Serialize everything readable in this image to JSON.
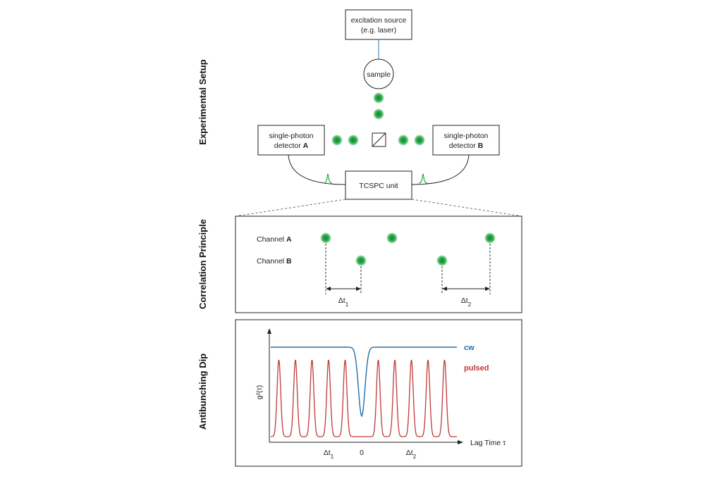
{
  "sections": {
    "setup": "Experimental Setup",
    "correlation": "Correlation Principle",
    "antibunching": "Antibunching Dip"
  },
  "setup": {
    "source_line1": "excitation source",
    "source_line2": "(e.g. laser)",
    "sample": "sample",
    "detA_line1": "single-photon",
    "detA_line2": "detector",
    "detA_letter": "A",
    "detB_line1": "single-photon",
    "detB_line2": "detector",
    "detB_letter": "B",
    "tcspc": "TCSPC unit"
  },
  "correlation": {
    "channelA_label": "Channel",
    "channelA_letter": "A",
    "channelB_label": "Channel",
    "channelB_letter": "B",
    "dt1": "Δt",
    "dt1_sub": "1",
    "dt2": "Δt",
    "dt2_sub": "2"
  },
  "chart_data": {
    "type": "line",
    "ylabel": "g²(τ)",
    "xlabel": "Lag Time τ",
    "x_tick_labels": [
      {
        "text": "Δt",
        "sub": "1"
      },
      {
        "text": "0",
        "sub": ""
      },
      {
        "text": "Δt",
        "sub": "2"
      }
    ],
    "series": [
      {
        "name": "cw",
        "color": "#1f6fae",
        "baseline": 1.0,
        "dip_min": 0.0
      },
      {
        "name": "pulsed",
        "color": "#c0393b",
        "peak": 1.0,
        "peak_count": 10,
        "center_peak_missing": true
      }
    ]
  },
  "colors": {
    "photon": "#2aa84a",
    "cw": "#1f6fae",
    "pulsed": "#c0393b",
    "pulse_icon": "#2aa84a",
    "laser_line": "#4a8cc0"
  }
}
